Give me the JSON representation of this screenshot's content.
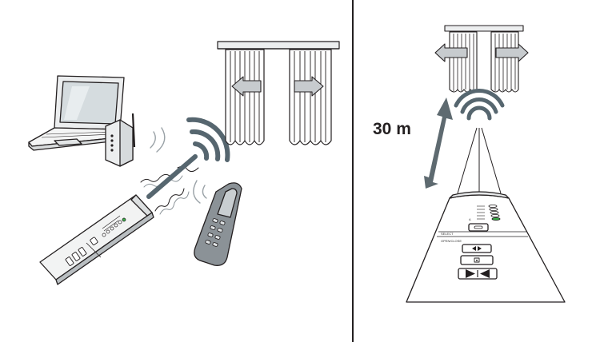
{
  "figure": {
    "distance_label": "30 m",
    "remote_labels": {
      "select": "SELECT",
      "open_close": "OPEN/CLOSE"
    },
    "colors": {
      "signal": "#56666f",
      "arrow": "#5e6a70",
      "divider": "#231f20",
      "outline": "#231f20",
      "led": "#3cae4a"
    },
    "icons": [
      "laptop-icon",
      "wifi-router-icon",
      "cordless-phone-icon",
      "curtain-icon",
      "remote-control-icon",
      "wireless-signal-icon"
    ]
  }
}
